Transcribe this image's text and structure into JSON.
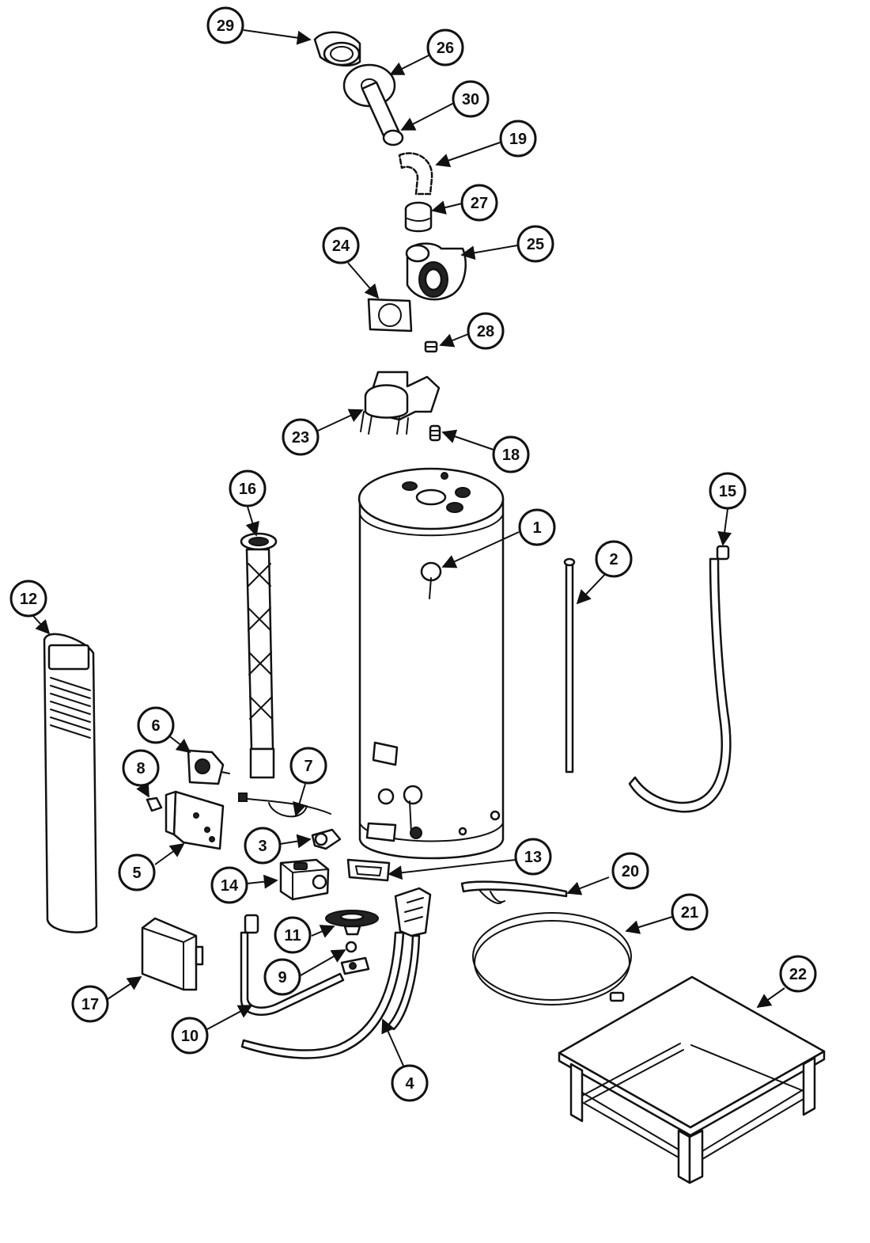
{
  "colors": {
    "ink": "#111111",
    "paper": "#ffffff"
  },
  "callouts": {
    "c1": "1",
    "c2": "2",
    "c3": "3",
    "c4": "4",
    "c5": "5",
    "c6": "6",
    "c7": "7",
    "c8": "8",
    "c9": "9",
    "c10": "10",
    "c11": "11",
    "c12": "12",
    "c13": "13",
    "c14": "14",
    "c15": "15",
    "c16": "16",
    "c17": "17",
    "c18": "18",
    "c19": "19",
    "c20": "20",
    "c21": "21",
    "c22": "22",
    "c23": "23",
    "c24": "24",
    "c25": "25",
    "c26": "26",
    "c27": "27",
    "c28": "28",
    "c29": "29",
    "c30": "30"
  }
}
